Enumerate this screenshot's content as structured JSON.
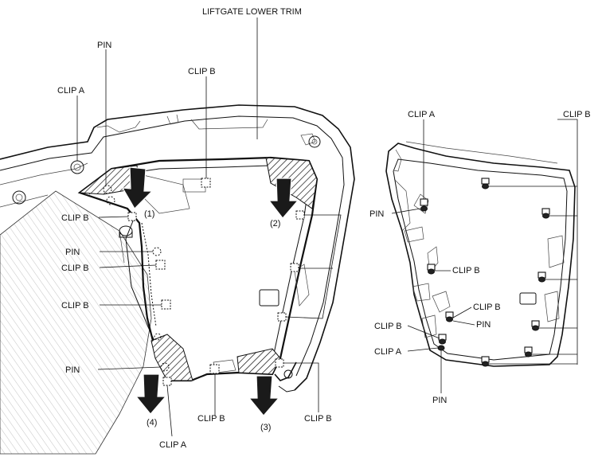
{
  "labels": {
    "liftgate_lower_trim": "LIFTGATE LOWER TRIM",
    "clip_a": "CLIP A",
    "clip_b": "CLIP B",
    "pin": "PIN"
  },
  "steps": [
    "(1)",
    "(2)",
    "(3)",
    "(4)"
  ]
}
